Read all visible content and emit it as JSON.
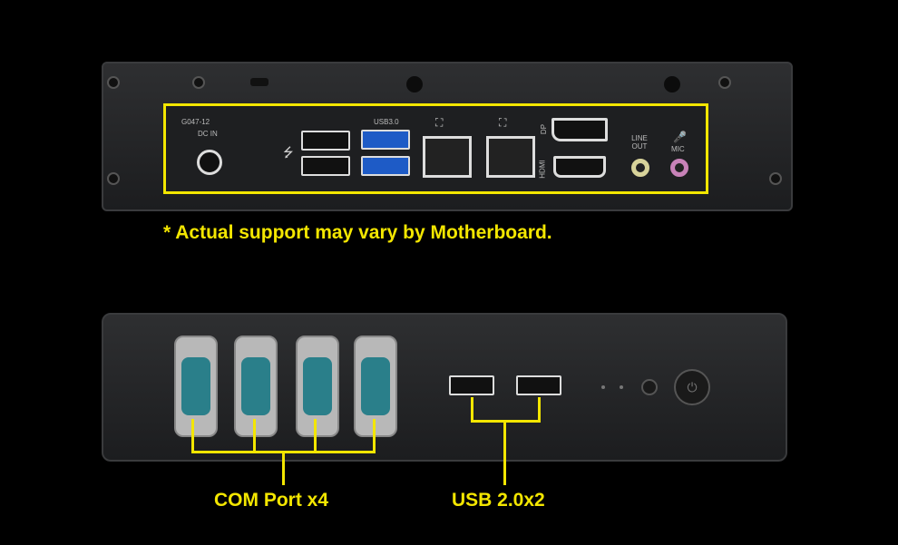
{
  "rear_panel": {
    "model_label": "G047-12",
    "dc_in_label": "DC IN",
    "usb3_label": "USB3.0",
    "dp_label": "DP",
    "hdmi_label": "HDMI",
    "line_out_label": "LINE OUT",
    "mic_label": "MIC"
  },
  "note": "* Actual support may vary by Motherboard.",
  "front_panel": {
    "com_label": "COM Port x4",
    "usb_label": "USB 2.0x2"
  },
  "colors": {
    "highlight": "#f3e600",
    "background": "#000000"
  }
}
